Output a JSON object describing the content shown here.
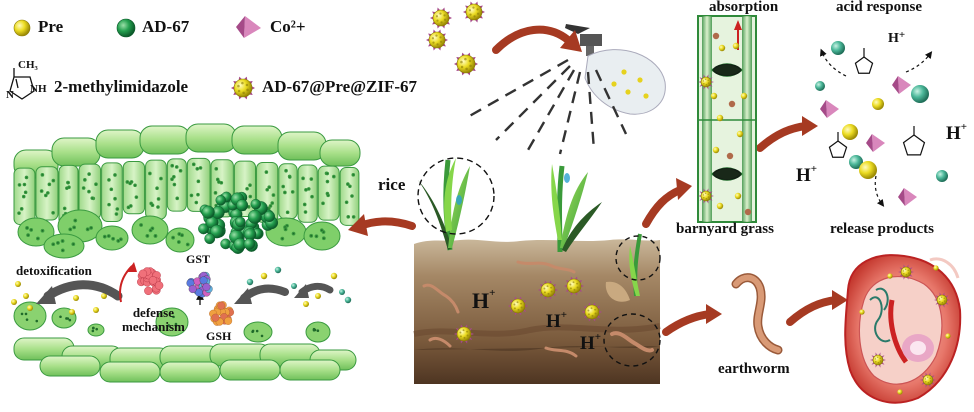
{
  "legend": {
    "pre": "Pre",
    "ad67": "AD-67",
    "co": "Co²+",
    "mim": "2-methylimidazole",
    "composite": "AD-67@Pre@ZIF-67"
  },
  "labels": {
    "absorption": "absorption",
    "acid_response": "acid response",
    "rice": "rice",
    "barnyard_grass": "barnyard grass",
    "release_products": "release products",
    "detoxification": "detoxification",
    "defense_mechanism": "defense\nmechanism",
    "gst": "GST",
    "gsh": "GSH",
    "earthworm": "earthworm",
    "h_plus": "H",
    "plus_sign": "+",
    "methyl": "CH₃",
    "nh": "NH",
    "n": "N"
  },
  "colors": {
    "pre_yellow": "#e8d81e",
    "ad67_green": "#1f8f4a",
    "co_pink": "#c45a9a",
    "leaf_green": "#5cc35a",
    "soil_brown": "#7a5a3c",
    "arrow_red": "#a63a22",
    "earthworm": "#c9805e"
  },
  "icons": {
    "spray_bottle": "spray-bottle-icon",
    "earthworm": "earthworm-icon",
    "imidazole": "imidazole-structure-icon"
  }
}
